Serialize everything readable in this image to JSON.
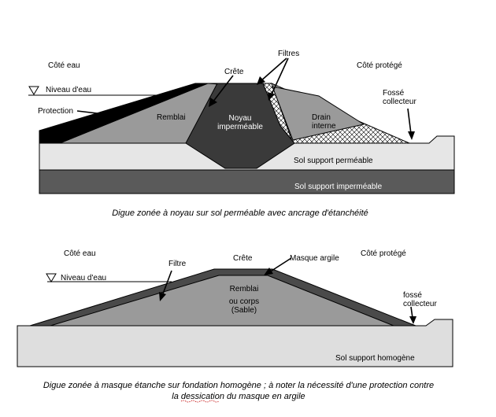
{
  "diagram1": {
    "cote_eau": "Côté eau",
    "cote_protege": "Côté protégé",
    "niveau_eau": "Niveau d'eau",
    "protection": "Protection",
    "crete": "Crête",
    "filtres": "Filtres",
    "remblai": "Remblai",
    "noyau_l1": "Noyau",
    "noyau_l2": "imperméable",
    "drain_l1": "Drain",
    "drain_l2": "interne",
    "fosse_l1": "Fossé",
    "fosse_l2": "collecteur",
    "sol_permeable": "Sol support perméable",
    "sol_impermeable": "Sol support imperméable",
    "caption": "Digue zonée à noyau sur sol perméable avec ancrage d'étanchéité"
  },
  "diagram2": {
    "cote_eau": "Côté eau",
    "cote_protege": "Côté protégé",
    "niveau_eau": "Niveau d'eau",
    "filtre": "Filtre",
    "crete": "Crête",
    "masque": "Masque argile",
    "remblai_l1": "Remblai",
    "remblai_l2": "ou corps",
    "remblai_l3": "(Sable)",
    "fosse_l1": "fossé",
    "fosse_l2": "collecteur",
    "sol": "Sol support homogène",
    "caption_l1": "Digue zonée à masque étanche sur fondation homogène ; à noter la nécessité d'une protection contre",
    "caption_l2": "la dessication du masque en argile"
  },
  "colors": {
    "protection": "#000000",
    "remblai": "#9a9a9a",
    "noyau": "#3a3a3a",
    "drain": "#9a9a9a",
    "sol_permeable": "#e6e6e6",
    "sol_impermeable": "#5a5a5a",
    "masque": "#4a4a4a",
    "sol_homogene": "#dedede"
  },
  "icons": [
    "water-level-triangle-icon"
  ]
}
